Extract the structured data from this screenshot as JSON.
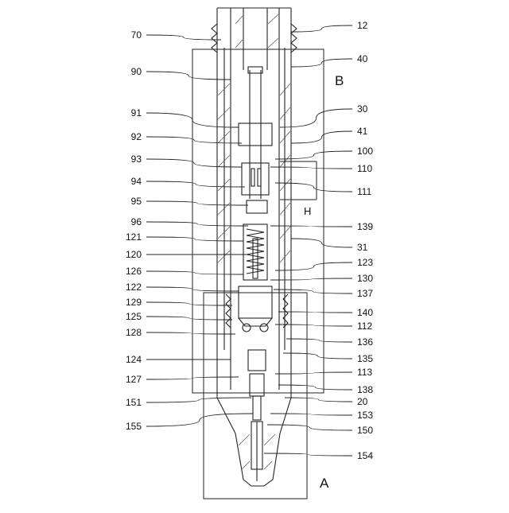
{
  "figure": {
    "region_labels": {
      "a": "A",
      "b": "B"
    },
    "dimension_label": "H",
    "left_labels": [
      "70",
      "90",
      "91",
      "92",
      "93",
      "94",
      "95",
      "96",
      "121",
      "120",
      "126",
      "122",
      "129",
      "125",
      "128",
      "124",
      "127",
      "151",
      "155"
    ],
    "right_labels": [
      "12",
      "40",
      "30",
      "41",
      "100",
      "110",
      "111",
      "139",
      "31",
      "123",
      "130",
      "137",
      "140",
      "112",
      "136",
      "135",
      "113",
      "138",
      "20",
      "153",
      "150",
      "154"
    ]
  }
}
